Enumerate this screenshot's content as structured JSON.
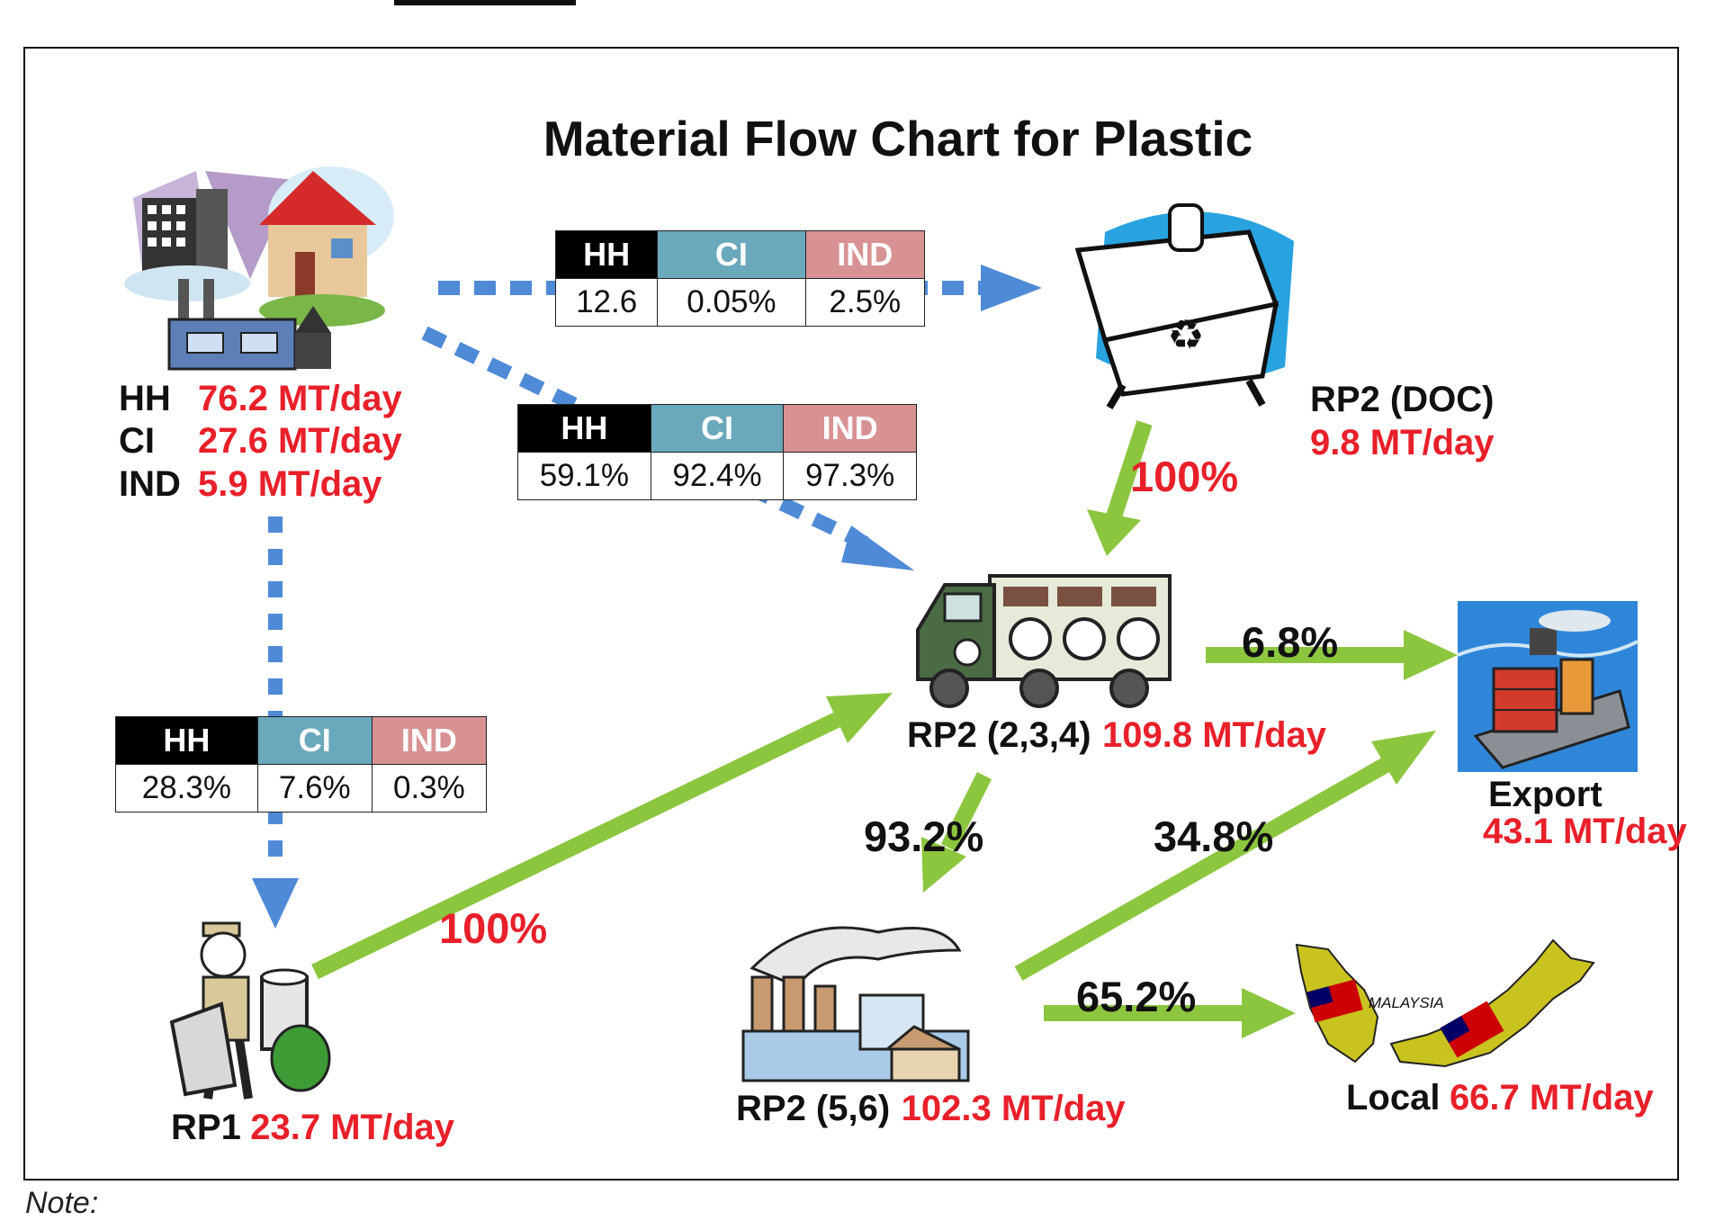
{
  "title": "Material Flow Chart for Plastic",
  "note": "Note:",
  "sources": {
    "label_hh": "HH",
    "value_hh": "76.2 MT/day",
    "label_ci": "CI",
    "value_ci": "27.6 MT/day",
    "label_ind": "IND",
    "value_ind": "5.9 MT/day"
  },
  "nodes": {
    "rp2_doc": {
      "label": "RP2 (DOC)",
      "value": "9.8 MT/day"
    },
    "rp2_234": {
      "label": "RP2 (2,3,4)",
      "value": "109.8 MT/day"
    },
    "rp2_56": {
      "label": "RP2 (5,6)",
      "value": "102.3 MT/day"
    },
    "rp1": {
      "label": "RP1",
      "value": "23.7 MT/day"
    },
    "export": {
      "label": "Export",
      "value": "43.1 MT/day"
    },
    "local": {
      "label": "Local",
      "value": "66.7 MT/day"
    },
    "map_text": "MALAYSIA"
  },
  "tables": {
    "to_doc": {
      "headers": [
        "HH",
        "CI",
        "IND"
      ],
      "values": [
        "12.6",
        "0.05%",
        "2.5%"
      ]
    },
    "to_234": {
      "headers": [
        "HH",
        "CI",
        "IND"
      ],
      "values": [
        "59.1%",
        "92.4%",
        "97.3%"
      ]
    },
    "to_rp1": {
      "headers": [
        "HH",
        "CI",
        "IND"
      ],
      "values": [
        "28.3%",
        "7.6%",
        "0.3%"
      ]
    }
  },
  "flows": {
    "doc_to_234": "100%",
    "rp1_to_234": "100%",
    "to_export": "6.8%",
    "to_56": "93.2%",
    "to_export_from_56": "34.8%",
    "to_local": "65.2%"
  },
  "colors": {
    "hh": "#000000",
    "ci": "#6aa8bc",
    "ind": "#d89293",
    "blue_arrow": "#4f8ad6",
    "green_arrow": "#8cc63f",
    "accent_red": "#e8202a"
  }
}
